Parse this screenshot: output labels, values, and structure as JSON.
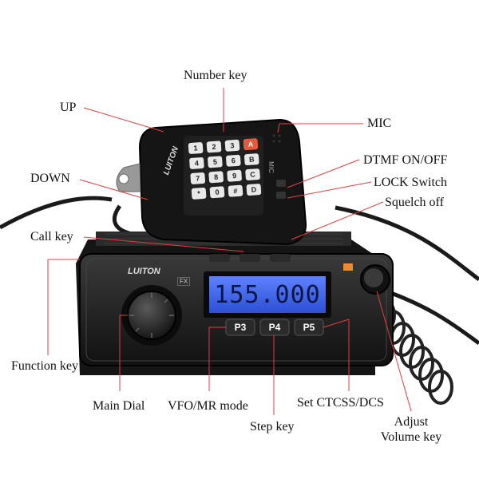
{
  "labels": {
    "number_key": "Number key",
    "up": "UP",
    "mic": "MIC",
    "dtmf": "DTMF ON/OFF",
    "down": "DOWN",
    "lock_switch": "LOCK Switch",
    "squelch_off": "Squelch off",
    "call_key": "Call key",
    "function_key": "Function key",
    "main_dial": "Main Dial",
    "vfo_mr": "VFO/MR mode",
    "set_ctcss": "Set CTCSS/DCS",
    "step_key": "Step key",
    "adjust_line1": "Adjust",
    "adjust_line2": "Volume key"
  },
  "device": {
    "brand": "LUITON",
    "display_value": "155.000",
    "keys": [
      "P3",
      "P4",
      "P5"
    ],
    "mic_text": "MIC",
    "fx_badge": "FX",
    "keypad": [
      "1",
      "2",
      "3",
      "A",
      "4",
      "5",
      "6",
      "B",
      "7",
      "8",
      "9",
      "C",
      "*",
      "0",
      "#",
      "D"
    ]
  },
  "colors": {
    "leader": "#e04040",
    "lcd": "#3f66e8",
    "body": "#1c1c1c"
  }
}
